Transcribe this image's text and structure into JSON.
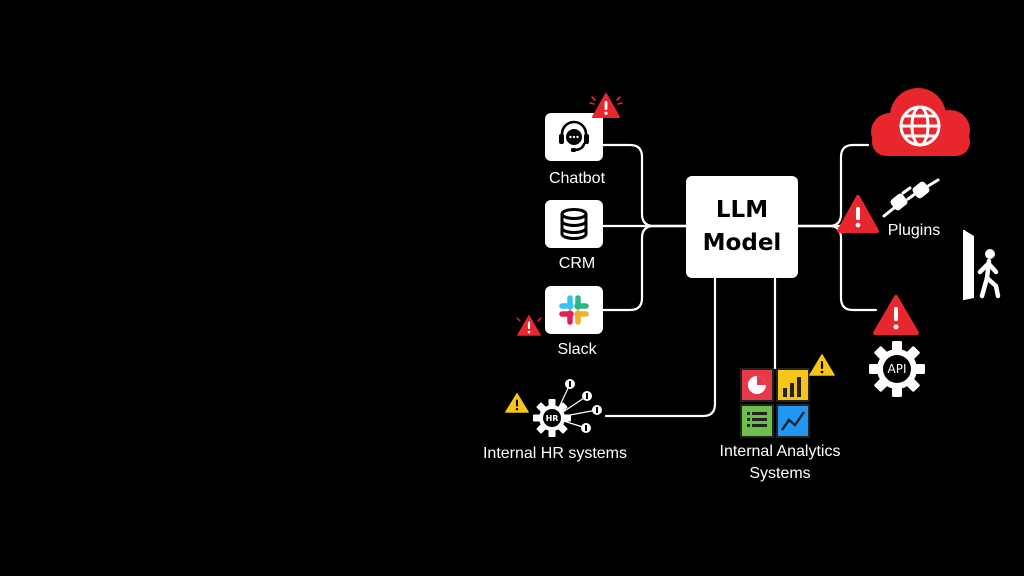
{
  "center": {
    "line1": "LLM",
    "line2": "Model"
  },
  "left_nodes": {
    "chatbot": {
      "label": "Chatbot",
      "icon": "headset-chat-icon"
    },
    "crm": {
      "label": "CRM",
      "icon": "database-icon"
    },
    "slack": {
      "label": "Slack",
      "icon": "slack-logo-icon"
    },
    "hr": {
      "label": "Internal HR systems",
      "icon": "hr-network-gear-icon",
      "badge": "HR"
    }
  },
  "bottom_node": {
    "analytics": {
      "label_line1": "Internal Analytics",
      "label_line2": "Systems",
      "icon": "analytics-dashboard-icon"
    }
  },
  "right_nodes": {
    "cloud": {
      "icon": "cloud-globe-icon"
    },
    "plugins": {
      "label": "Plugins",
      "icon": "plug-icon"
    },
    "api": {
      "label": "API",
      "icon": "api-gear-icon"
    },
    "exit": {
      "icon": "person-exit-door-icon"
    }
  },
  "colors": {
    "background": "#000000",
    "line": "#ffffff",
    "warning_red": "#e8262e",
    "warning_yellow": "#f5c518",
    "cloud_red": "#e8262e"
  }
}
